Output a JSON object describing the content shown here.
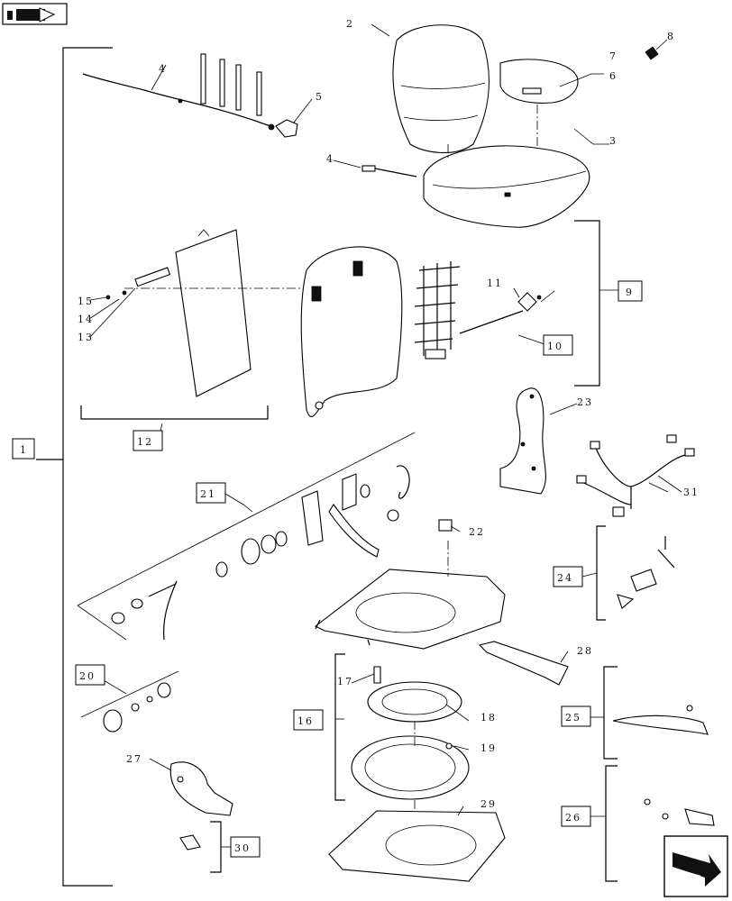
{
  "callouts": [
    {
      "id": "c1",
      "text": "1"
    },
    {
      "id": "c2",
      "text": "2"
    },
    {
      "id": "c3",
      "text": "3"
    },
    {
      "id": "c4a",
      "text": "4"
    },
    {
      "id": "c4b",
      "text": "4"
    },
    {
      "id": "c5",
      "text": "5"
    },
    {
      "id": "c6",
      "text": "6"
    },
    {
      "id": "c7",
      "text": "7"
    },
    {
      "id": "c8",
      "text": "8"
    },
    {
      "id": "c9",
      "text": "9"
    },
    {
      "id": "c10",
      "text": "10"
    },
    {
      "id": "c11",
      "text": "11"
    },
    {
      "id": "c12",
      "text": "12"
    },
    {
      "id": "c13",
      "text": "13"
    },
    {
      "id": "c14",
      "text": "14"
    },
    {
      "id": "c15",
      "text": "15"
    },
    {
      "id": "c16",
      "text": "16"
    },
    {
      "id": "c17",
      "text": "17"
    },
    {
      "id": "c18",
      "text": "18"
    },
    {
      "id": "c19",
      "text": "19"
    },
    {
      "id": "c20",
      "text": "20"
    },
    {
      "id": "c21",
      "text": "21"
    },
    {
      "id": "c22",
      "text": "22"
    },
    {
      "id": "c23",
      "text": "23"
    },
    {
      "id": "c24",
      "text": "24"
    },
    {
      "id": "c25",
      "text": "25"
    },
    {
      "id": "c26",
      "text": "26"
    },
    {
      "id": "c27",
      "text": "27"
    },
    {
      "id": "c28",
      "text": "28"
    },
    {
      "id": "c29",
      "text": "29"
    },
    {
      "id": "c30",
      "text": "30"
    },
    {
      "id": "c31",
      "text": "31"
    }
  ],
  "icons": {
    "top_left": "book-arrow-icon",
    "bottom_right": "next-page-arrow-icon"
  }
}
